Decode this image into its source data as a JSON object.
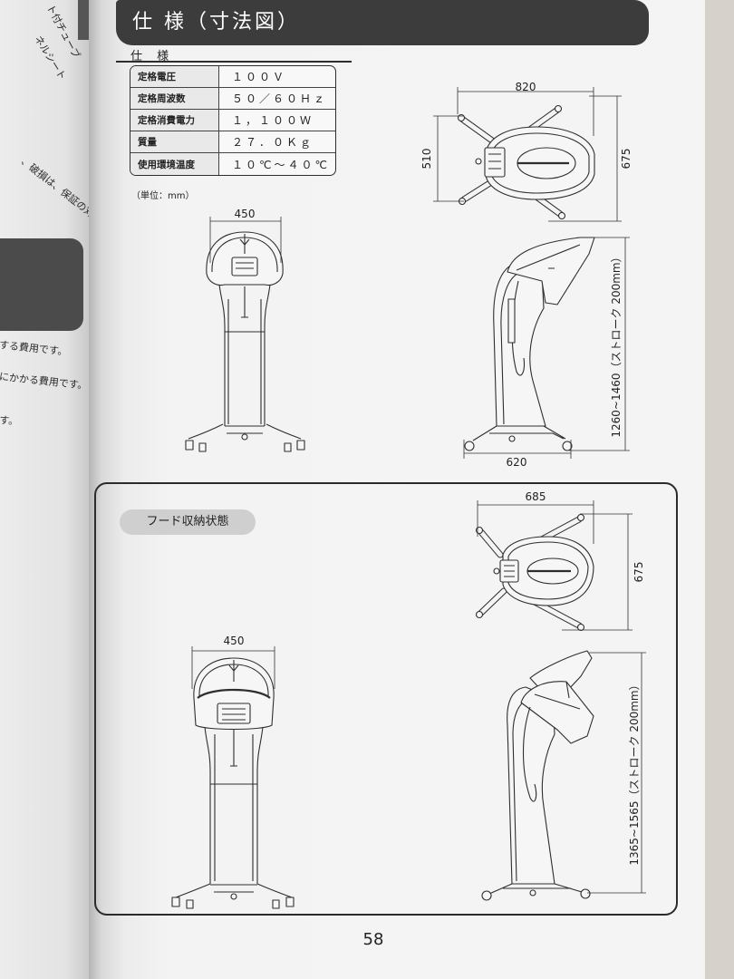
{
  "left_page": {
    "fragments": [
      "ト付チューブ",
      "ネルシート",
      "、破損は、保証の対象",
      "する費用です。",
      "にかかる費用です。",
      "す。"
    ]
  },
  "header": {
    "title": "仕 様（寸法図）"
  },
  "spec": {
    "heading": "仕 様",
    "rows": [
      {
        "label": "定格電圧",
        "value": "１００Ｖ"
      },
      {
        "label": "定格周波数",
        "value": "５０／６０Ｈｚ"
      },
      {
        "label": "定格消費電力",
        "value": "１，１００Ｗ"
      },
      {
        "label": "質量",
        "value": "２７．０Ｋｇ"
      },
      {
        "label": "使用環境温度",
        "value": "１０℃～４０℃"
      }
    ],
    "unit_note": "（単位：mm）"
  },
  "standard": {
    "top_width": "820",
    "top_depth_left": "510",
    "top_depth_right": "675",
    "front_width": "450",
    "side_height": "1260~1460（ストローク 200mm）",
    "base_width": "620"
  },
  "stowed": {
    "label": "フード収納状態",
    "top_width": "685",
    "top_depth": "675",
    "front_width": "450",
    "side_height": "1365~1565（ストローク 200mm）"
  },
  "page_number": "58",
  "colors": {
    "header_bar": "#3c3c3c",
    "header_text": "#ffffff",
    "line_art": "#2e2e2e",
    "box_border": "#2b2b2b",
    "pill": "#cfcfcf",
    "paper": "#f4f4f4"
  }
}
